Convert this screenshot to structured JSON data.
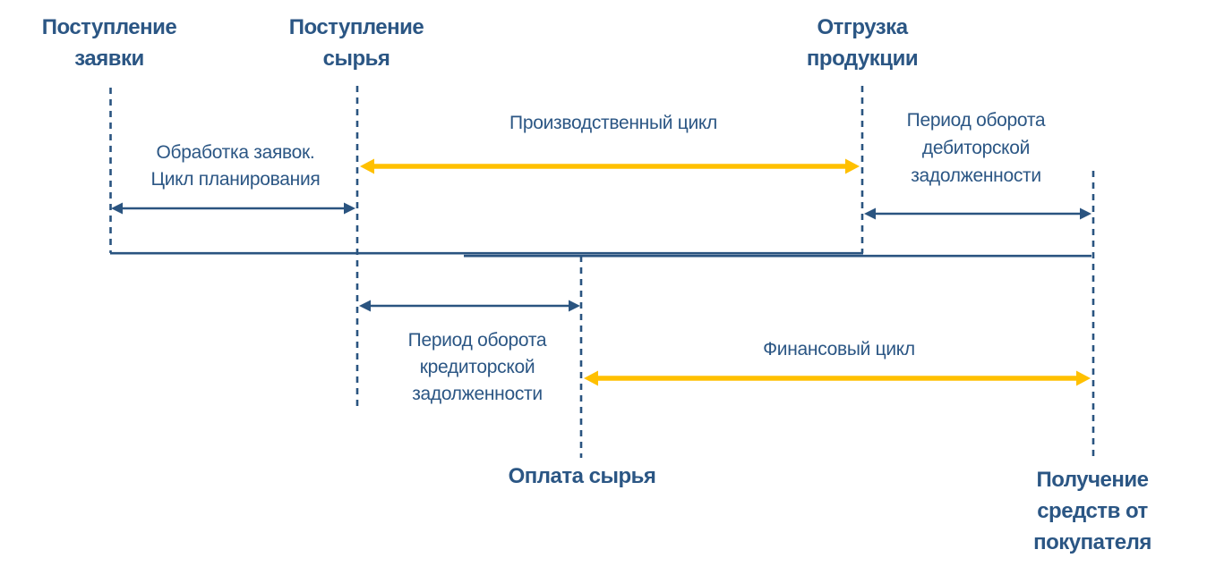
{
  "colors": {
    "line": "#2a5480",
    "text": "#2b5684",
    "accent": "#ffc000",
    "background": "#ffffff"
  },
  "events": {
    "request": {
      "lines": [
        "Поступление",
        "заявки"
      ]
    },
    "raw_in": {
      "lines": [
        "Поступление",
        "сырья"
      ]
    },
    "shipment": {
      "lines": [
        "Отгрузка",
        "продукции"
      ]
    },
    "raw_payment": {
      "lines": [
        "Оплата сырья"
      ]
    },
    "cash_receipt": {
      "lines": [
        "Получение",
        "средств от",
        "покупателя"
      ]
    }
  },
  "periods": {
    "processing": {
      "lines": [
        "Обработка заявок.",
        "Цикл планирования"
      ]
    },
    "production": {
      "lines": [
        "Производственный цикл"
      ]
    },
    "receivables": {
      "lines": [
        "Период оборота",
        "дебиторской",
        "задолженности"
      ]
    },
    "payables": {
      "lines": [
        "Период оборота",
        "кредиторской",
        "задолженности"
      ]
    },
    "financial": {
      "lines": [
        "Финансовый цикл"
      ]
    }
  }
}
